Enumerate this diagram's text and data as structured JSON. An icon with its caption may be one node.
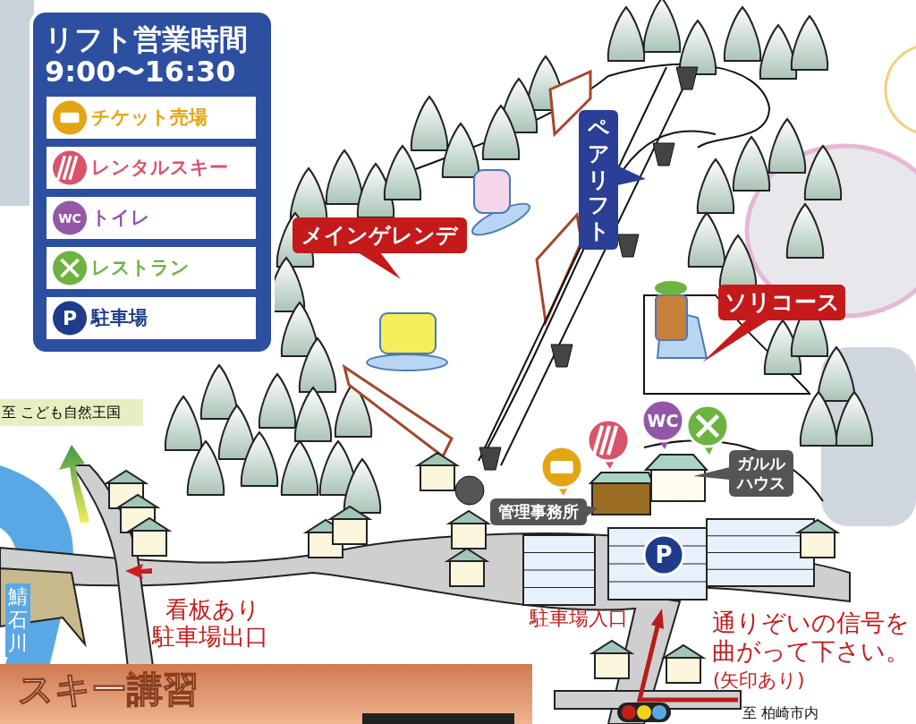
{
  "diagram": {
    "title": "リフト営業時間",
    "nodes": [
      {
        "text": [
          "メインゲレンデ"
        ]
      },
      {
        "text": [
          "ペアリフト"
        ]
      },
      {
        "text": [
          "ソリコース"
        ]
      },
      {
        "text": [
          "管理事務所"
        ]
      },
      {
        "text": [
          "ガルルハウス"
        ]
      }
    ],
    "labels": [
      "9:00〜16:30",
      "WC",
      "P",
      "WC",
      "至 こども自然王国",
      "P",
      "鯖石川",
      "看板あり",
      "駐車場出口",
      "駐車場入口",
      "通りぞいの信号を曲がって下さい。",
      "(矢印あり)",
      "スキー講習",
      "至 柏崎市内"
    ],
    "legend": [
      {
        "text": "チケット売場",
        "color": "#e3a514"
      },
      {
        "text": "レンタルスキー",
        "color": "#d9546a"
      },
      {
        "text": "トイレ",
        "color": "#9457a8"
      },
      {
        "text": "レストラン",
        "color": "#6db33f"
      },
      {
        "text": "駐車場",
        "color": "#1f3c8c"
      }
    ]
  }
}
